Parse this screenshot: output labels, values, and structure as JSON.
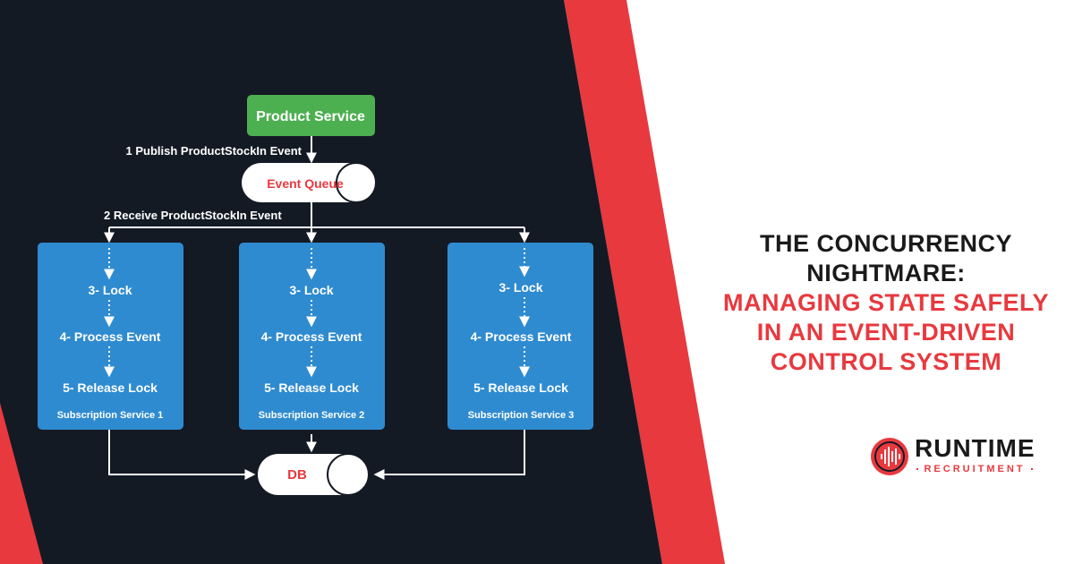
{
  "colors": {
    "dark_panel": "#141a24",
    "accent_red": "#e8393e",
    "service_green": "#4caf50",
    "subscriber_blue": "#2f8bd0",
    "node_white": "#ffffff",
    "text_white": "#ffffff",
    "text_dark": "#1a1a1a"
  },
  "diagram": {
    "nodes": {
      "product_service": "Product Service",
      "event_queue": "Event Queue",
      "db": "DB"
    },
    "edges": {
      "publish": "1 Publish ProductStockIn Event",
      "receive": "2 Receive ProductStockIn Event"
    },
    "subscribers": [
      {
        "name": "Subscription Service 1",
        "steps": [
          "3- Lock",
          "4- Process Event",
          "5- Release Lock"
        ]
      },
      {
        "name": "Subscription Service 2",
        "steps": [
          "3- Lock",
          "4- Process Event",
          "5- Release Lock"
        ]
      },
      {
        "name": "Subscription Service 3",
        "steps": [
          "3- Lock",
          "4- Process Event",
          "5- Release Lock"
        ]
      }
    ]
  },
  "headline": {
    "line1": "THE CONCURRENCY",
    "line2": "NIGHTMARE:",
    "line3": "MANAGING STATE SAFELY",
    "line4": "IN AN EVENT-DRIVEN",
    "line5": "CONTROL SYSTEM"
  },
  "logo": {
    "name": "RUNTIME",
    "tagline": "RECRUITMENT",
    "mark_icon": "soundwave-circle-icon"
  }
}
